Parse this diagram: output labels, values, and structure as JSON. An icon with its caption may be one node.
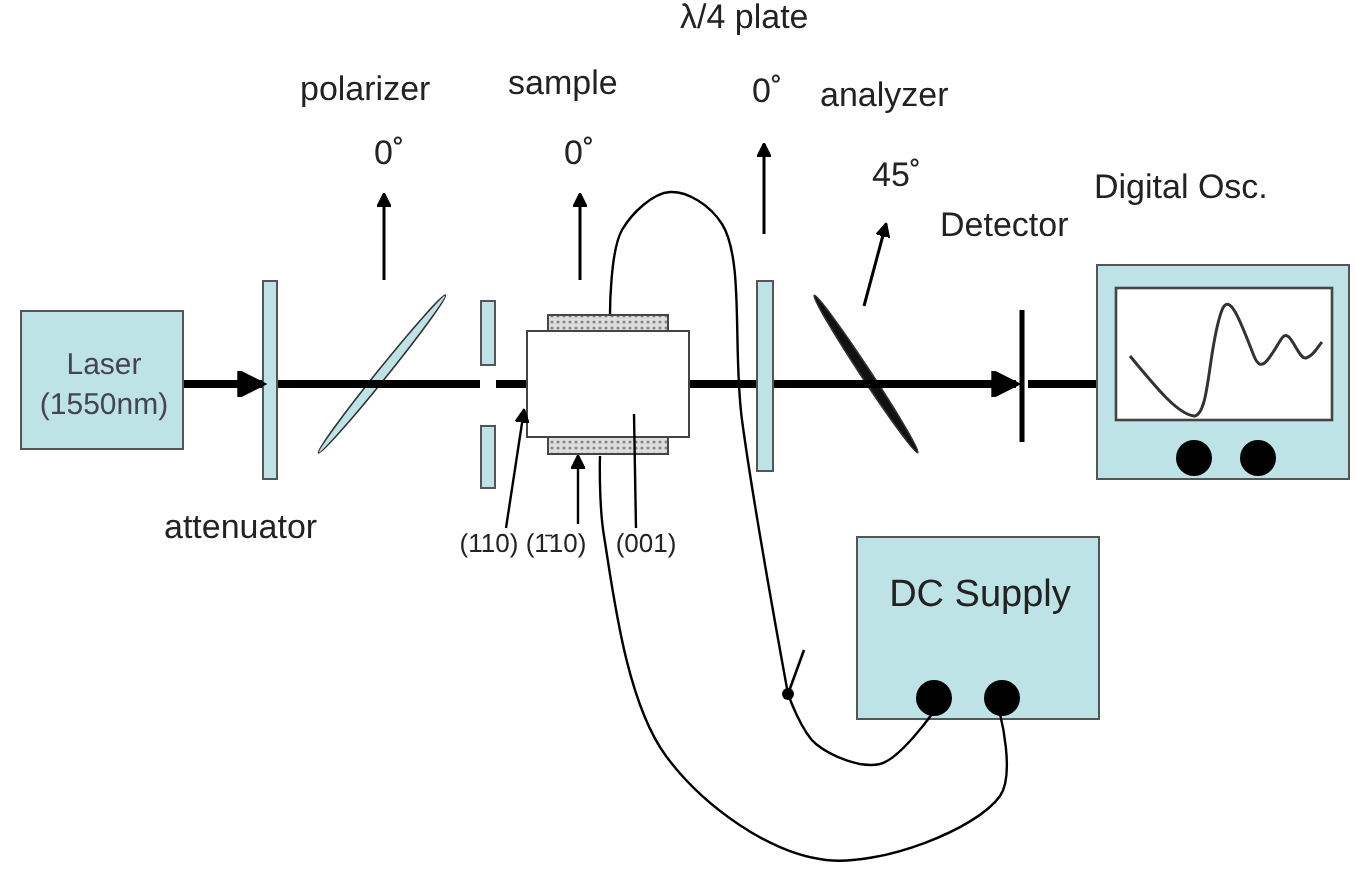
{
  "diagram": {
    "nodes": [
      {
        "text": [
          "Laser (1550nm)"
        ]
      },
      {
        "text": [
          "attenuator"
        ]
      },
      {
        "text": [],
        "shape": "plate"
      },
      {
        "text": [],
        "shape": "bar"
      },
      {
        "text": [],
        "shape": "box"
      },
      {
        "text": [],
        "shape": "plate"
      },
      {
        "text": [],
        "shape": "plate"
      },
      {
        "text": [
          "Detector"
        ]
      },
      {
        "text": [
          "Digital Osc."
        ]
      },
      {
        "text": [
          "DC Supply"
        ]
      },
      {
        "text": [],
        "shape": "switch"
      },
      {
        "text": [
          "(110)"
        ]
      },
      {
        "text": [
          "(1̄10)"
        ]
      },
      {
        "text": [
          "(001)"
        ]
      }
    ],
    "edges": [
      {
        "from": 0,
        "to": 1,
        "arrow": "to"
      },
      {
        "from": 1,
        "to": 2,
        "arrow": "none"
      },
      {
        "from": 2,
        "to": 3,
        "arrow": "none"
      },
      {
        "from": 3,
        "to": 4,
        "arrow": "none"
      },
      {
        "from": 4,
        "to": 5,
        "arrow": "none"
      },
      {
        "from": 5,
        "to": 6,
        "arrow": "none"
      },
      {
        "from": 6,
        "to": 7,
        "arrow": "to"
      },
      {
        "from": 7,
        "to": 8,
        "arrow": "none"
      },
      {
        "from": 4,
        "to": 10,
        "arrow": "none"
      },
      {
        "from": 10,
        "to": 9,
        "arrow": "none"
      },
      {
        "from": 4,
        "to": 9,
        "arrow": "none"
      },
      {
        "from": 11,
        "to": 4,
        "arrow": "to"
      },
      {
        "from": 12,
        "to": 4,
        "arrow": "to"
      },
      {
        "from": 13,
        "to": 4,
        "arrow": "none"
      }
    ],
    "labels": [
      "λ/4 plate",
      "polarizer",
      "sample",
      "0˚",
      "0˚",
      "analyzer",
      "0˚",
      "45˚"
    ]
  }
}
